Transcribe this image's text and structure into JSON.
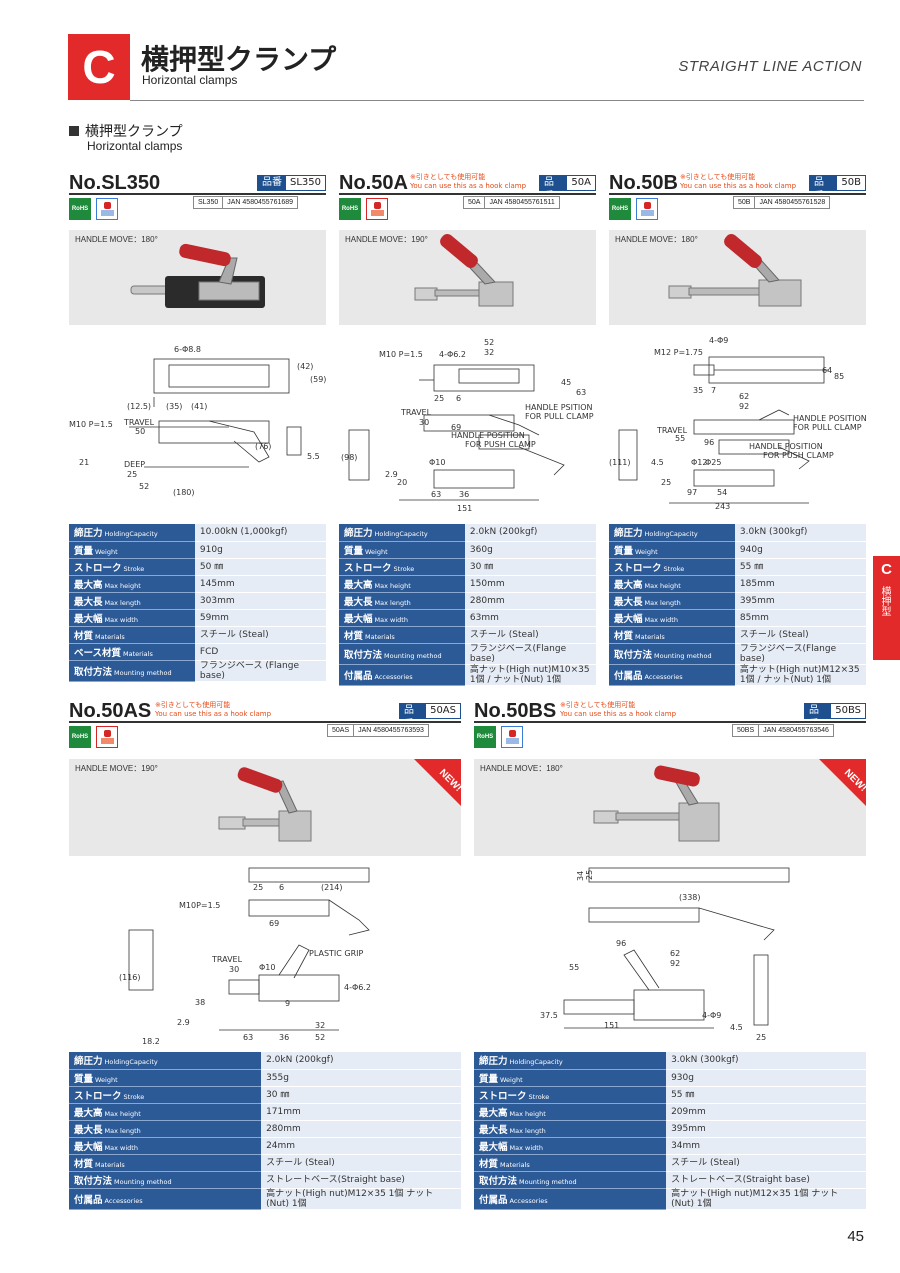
{
  "header": {
    "letter": "C",
    "title": "横押型クランプ",
    "subtitle": "Horizontal clamps",
    "right": "STRAIGHT LINE ACTION"
  },
  "section": {
    "title": "横押型クランプ",
    "subtitle": "Horizontal clamps"
  },
  "labels": {
    "part_no": "品番",
    "rohs": "RoHS",
    "handle_prefix": "HANDLE MOVE：",
    "new": "NEW!"
  },
  "products": {
    "sl350": {
      "name": "No.SL350",
      "part": "SL350",
      "jan": [
        "SL350",
        "JAN 4580455761689"
      ],
      "handle": "180°",
      "dims": [
        "6-Φ8.8",
        "(42)",
        "(59)",
        "(12.5)",
        "(35)",
        "(41)",
        "M10 P=1.5",
        "TRAVEL",
        "50",
        "DEEP",
        "21",
        "25",
        "52",
        "(180)",
        "(76)",
        "5.5"
      ],
      "specs": [
        {
          "k": "締圧力",
          "e": "HoldingCapacity",
          "v": "10.00kN (1,000kgf)"
        },
        {
          "k": "質量",
          "e": "Weight",
          "v": "910g"
        },
        {
          "k": "ストローク",
          "e": "Stroke",
          "v": "50 ㎜"
        },
        {
          "k": "最大高",
          "e": "Max height",
          "v": "145mm"
        },
        {
          "k": "最大長",
          "e": "Max length",
          "v": "303mm"
        },
        {
          "k": "最大幅",
          "e": "Max width",
          "v": "59mm"
        },
        {
          "k": "材質",
          "e": "Materials",
          "v": "スチール (Steal)"
        },
        {
          "k": "ベース材質",
          "e": "Materials",
          "v": "FCD"
        },
        {
          "k": "取付方法",
          "e": "Mounting method",
          "v": "フランジベース (Flange base)"
        }
      ]
    },
    "a50": {
      "name": "No.50A",
      "note": [
        "※引きとしても使用可能",
        "You can use this as a hook clamp"
      ],
      "part": "50A",
      "jan": [
        "50A",
        "JAN 4580455761511"
      ],
      "handle": "190°",
      "dims": [
        "52",
        "32",
        "M10 P=1.5",
        "4-Φ6.2",
        "45",
        "63",
        "25",
        "6",
        "TRAVEL",
        "30",
        "69",
        "HANDLE PSITION",
        "FOR PULL CLAMP",
        "HANDLE POSITION",
        "FOR PUSH CLAMP",
        "(98)",
        "2.9",
        "Φ10",
        "20",
        "63",
        "36",
        "151"
      ],
      "specs": [
        {
          "k": "締圧力",
          "e": "HoldingCapacity",
          "v": "2.0kN (200kgf)"
        },
        {
          "k": "質量",
          "e": "Weight",
          "v": "360g"
        },
        {
          "k": "ストローク",
          "e": "Stroke",
          "v": "30 ㎜"
        },
        {
          "k": "最大高",
          "e": "Max height",
          "v": "150mm"
        },
        {
          "k": "最大長",
          "e": "Max length",
          "v": "280mm"
        },
        {
          "k": "最大幅",
          "e": "Max width",
          "v": "63mm"
        },
        {
          "k": "材質",
          "e": "Materials",
          "v": "スチール (Steal)"
        },
        {
          "k": "取付方法",
          "e": "Mounting method",
          "v": "フランジベース(Flange base)"
        },
        {
          "k": "付属品",
          "e": "Accessories",
          "v": "高ナット(High nut)M10×35 1個 / ナット(Nut) 1個"
        }
      ]
    },
    "b50": {
      "name": "No.50B",
      "note": [
        "※引きとしても使用可能",
        "You can use this as a hook clamp"
      ],
      "part": "50B",
      "jan": [
        "50B",
        "JAN 4580455761528"
      ],
      "handle": "180°",
      "dims": [
        "4-Φ9",
        "M12 P=1.75",
        "64",
        "85",
        "35",
        "7",
        "62",
        "92",
        "TRAVEL",
        "55",
        "96",
        "HANDLE POSITION",
        "FOR PULL CLAMP",
        "HANDLE POSITION",
        "FOR PUSH CLAMP",
        "(111)",
        "4.5",
        "25",
        "Φ12",
        "Φ25",
        "97",
        "54",
        "243"
      ],
      "specs": [
        {
          "k": "締圧力",
          "e": "HoldingCapacity",
          "v": "3.0kN (300kgf)"
        },
        {
          "k": "質量",
          "e": "Weight",
          "v": "940g"
        },
        {
          "k": "ストローク",
          "e": "Stroke",
          "v": "55 ㎜"
        },
        {
          "k": "最大高",
          "e": "Max height",
          "v": "185mm"
        },
        {
          "k": "最大長",
          "e": "Max length",
          "v": "395mm"
        },
        {
          "k": "最大幅",
          "e": "Max width",
          "v": "85mm"
        },
        {
          "k": "材質",
          "e": "Materials",
          "v": "スチール (Steal)"
        },
        {
          "k": "取付方法",
          "e": "Mounting method",
          "v": "フランジベース(Flange base)"
        },
        {
          "k": "付属品",
          "e": "Accessories",
          "v": "高ナット(High nut)M12×35 1個 / ナット(Nut) 1個"
        }
      ]
    },
    "as50": {
      "name": "No.50AS",
      "note": [
        "※引きとしても使用可能",
        "You can use this as a hook clamp"
      ],
      "part": "50AS",
      "jan": [
        "50AS",
        "JAN 4580455763593"
      ],
      "handle": "190°",
      "dims": [
        "25",
        "6",
        "(214)",
        "M10P=1.5",
        "69",
        "PLASTIC GRIP",
        "TRAVEL",
        "30",
        "Φ10",
        "4-Φ6.2",
        "(116)",
        "38",
        "9",
        "2.9",
        "18.2",
        "32",
        "63",
        "36",
        "52"
      ],
      "specs": [
        {
          "k": "締圧力",
          "e": "HoldingCapacity",
          "v": "2.0kN (200kgf)"
        },
        {
          "k": "質量",
          "e": "Weight",
          "v": "355g"
        },
        {
          "k": "ストローク",
          "e": "Stroke",
          "v": "30 ㎜"
        },
        {
          "k": "最大高",
          "e": "Max height",
          "v": "171mm"
        },
        {
          "k": "最大長",
          "e": "Max length",
          "v": "280mm"
        },
        {
          "k": "最大幅",
          "e": "Max width",
          "v": "24mm"
        },
        {
          "k": "材質",
          "e": "Materials",
          "v": "スチール (Steal)"
        },
        {
          "k": "取付方法",
          "e": "Mounting method",
          "v": "ストレートベース(Straight base)"
        },
        {
          "k": "付属品",
          "e": "Accessories",
          "v": "高ナット(High nut)M12×35 1個 ナット(Nut) 1個"
        }
      ]
    },
    "bs50": {
      "name": "No.50BS",
      "note": [
        "※引きとしても使用可能",
        "You can use this as a hook clamp"
      ],
      "part": "50BS",
      "jan": [
        "50BS",
        "JAN 4580455763546"
      ],
      "handle": "180°",
      "dims": [
        "34",
        "25",
        "(338)",
        "96",
        "62",
        "92",
        "55",
        "37.5",
        "151",
        "4-Φ9",
        "4.5",
        "25"
      ],
      "specs": [
        {
          "k": "締圧力",
          "e": "HoldingCapacity",
          "v": "3.0kN (300kgf)"
        },
        {
          "k": "質量",
          "e": "Weight",
          "v": "930g"
        },
        {
          "k": "ストローク",
          "e": "Stroke",
          "v": "55 ㎜"
        },
        {
          "k": "最大高",
          "e": "Max height",
          "v": "209mm"
        },
        {
          "k": "最大長",
          "e": "Max length",
          "v": "395mm"
        },
        {
          "k": "最大幅",
          "e": "Max width",
          "v": "34mm"
        },
        {
          "k": "材質",
          "e": "Materials",
          "v": "スチール (Steal)"
        },
        {
          "k": "取付方法",
          "e": "Mounting method",
          "v": "ストレートベース(Straight base)"
        },
        {
          "k": "付属品",
          "e": "Accessories",
          "v": "高ナット(High nut)M12×35 1個 ナット(Nut) 1個"
        }
      ]
    }
  },
  "side_tab": {
    "letter": "C",
    "text": "横押型"
  },
  "page_number": "45",
  "colors": {
    "brand_red": "#e32a2a",
    "spec_blue": "#2c5a96",
    "note_orange": "#e64c1a",
    "rohs_green": "#1f8a3c"
  }
}
